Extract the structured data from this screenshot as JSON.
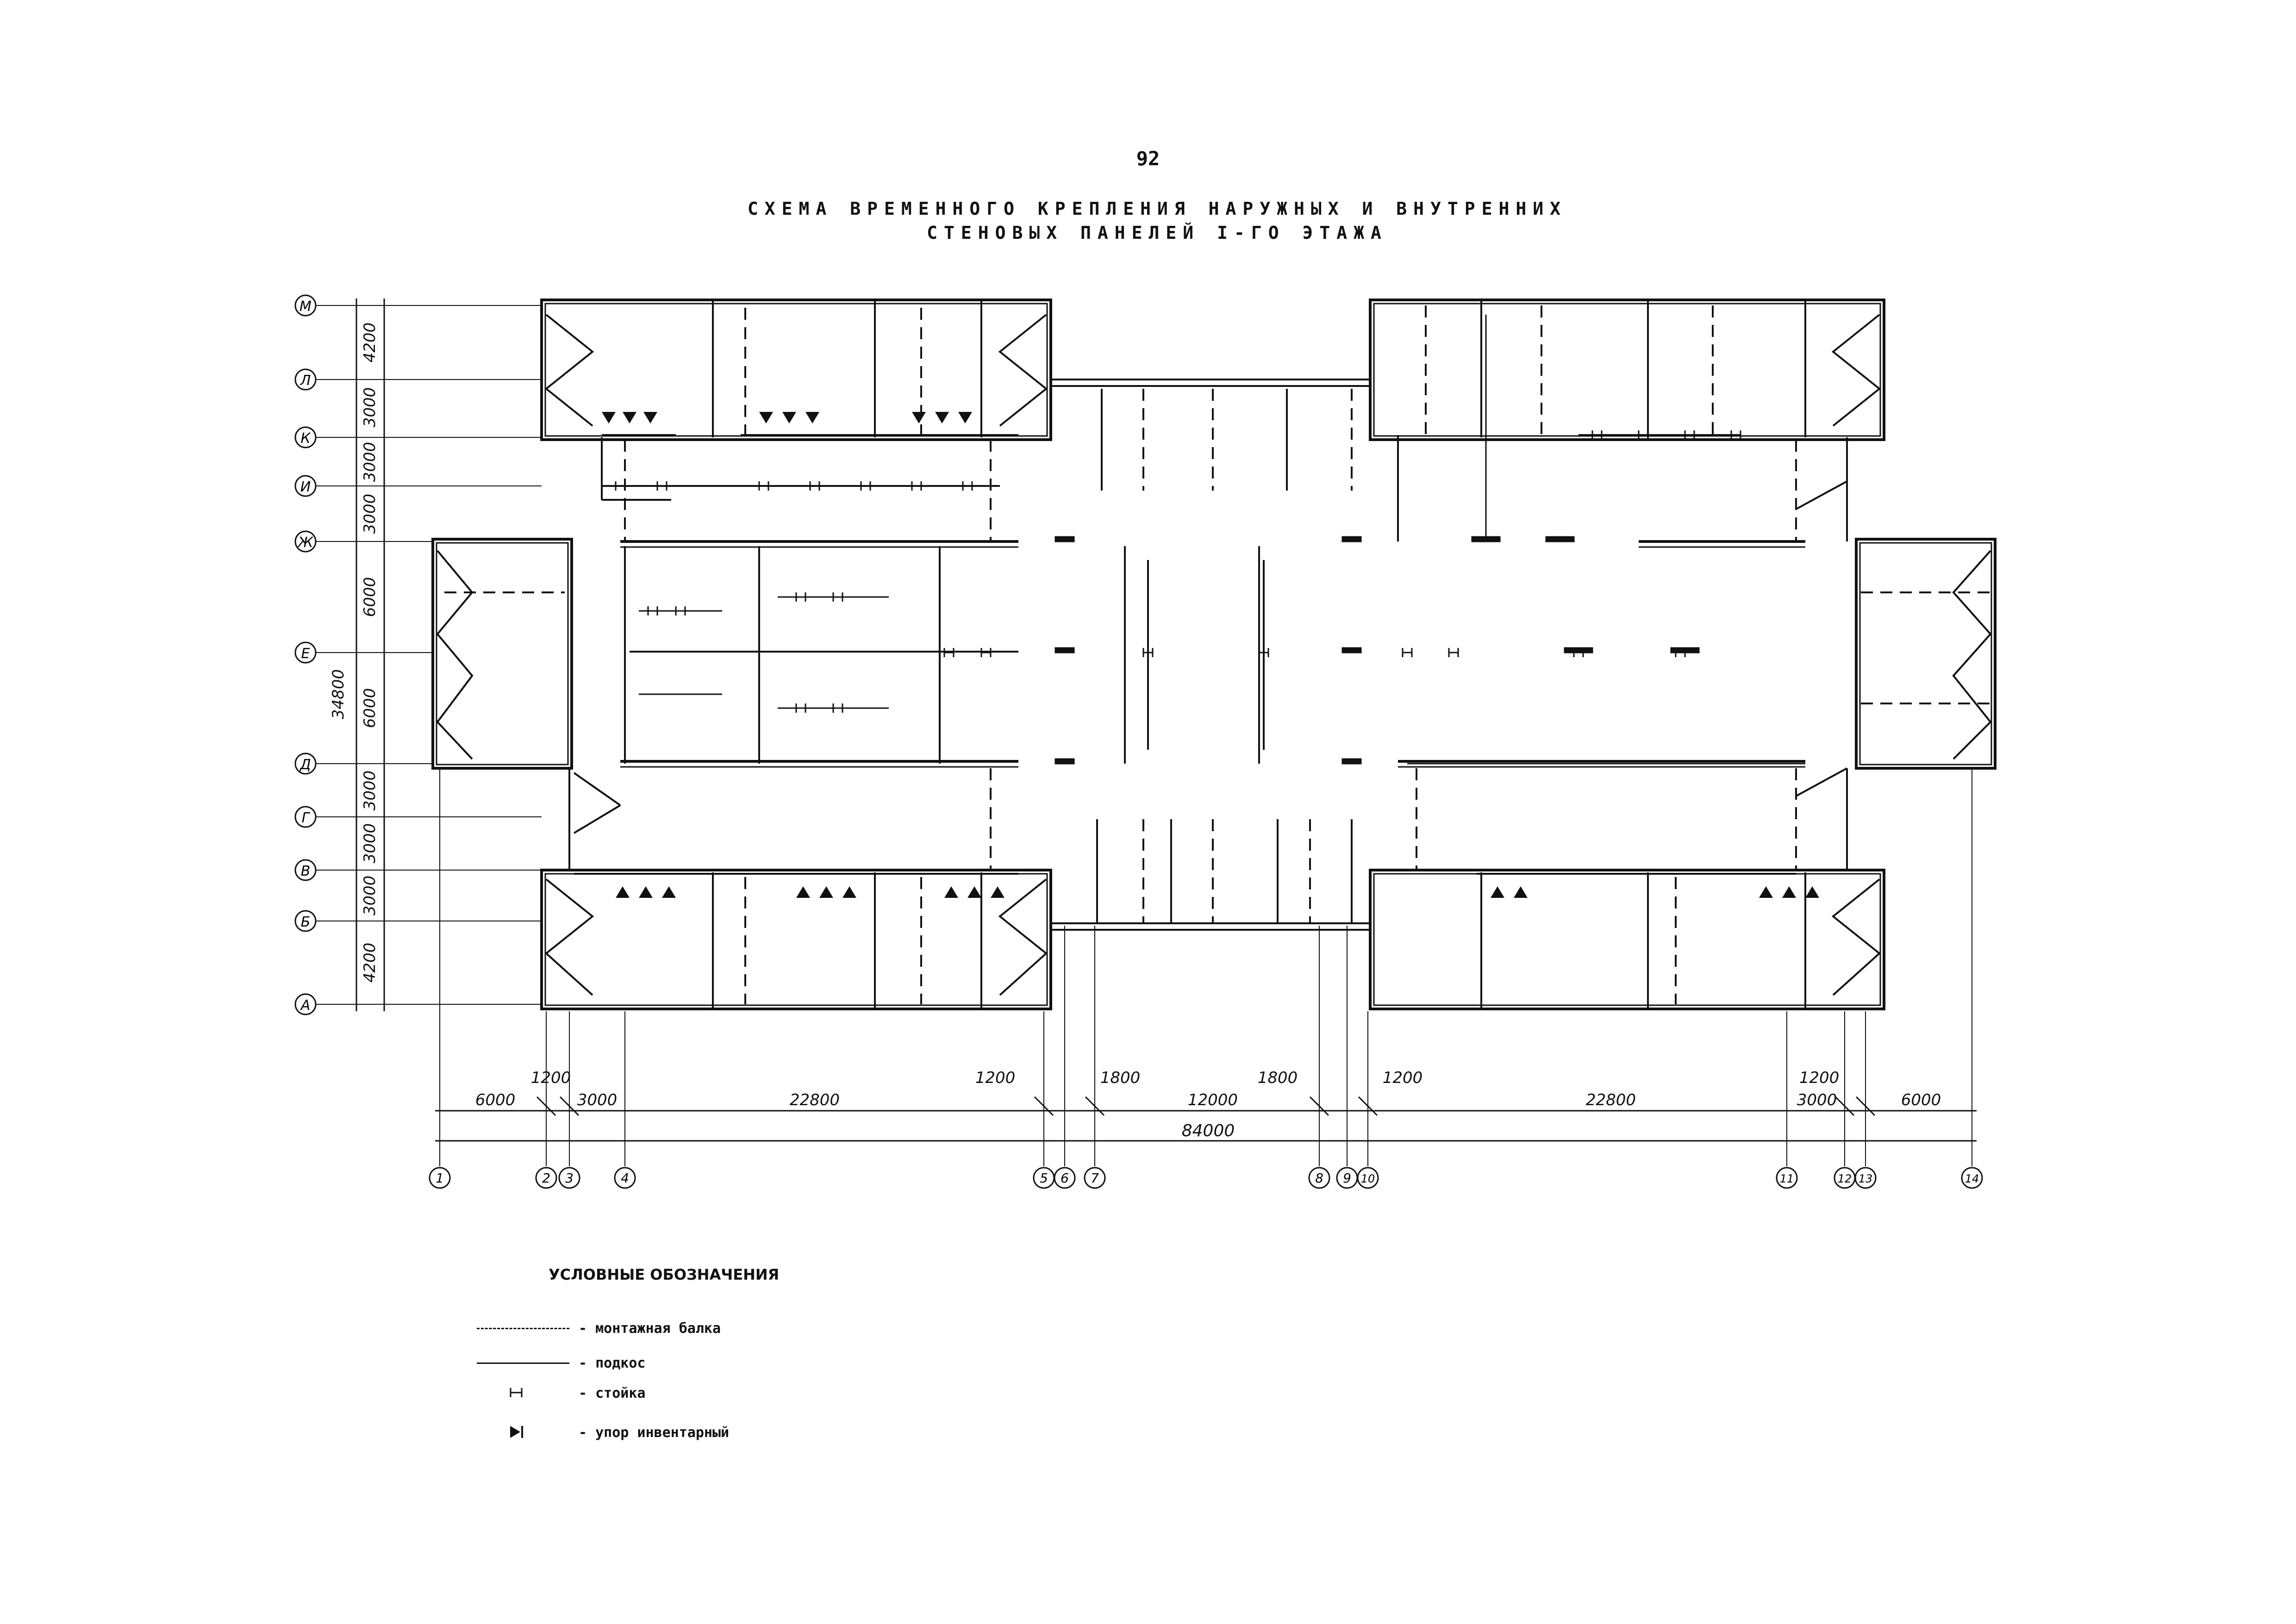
{
  "page_number": "92",
  "title_line1": "СХЕМА ВРЕМЕННОГО КРЕПЛЕНИЯ НАРУЖНЫХ И ВНУТРЕННИХ",
  "title_line2": "СТЕНОВЫХ ПАНЕЛЕЙ I-ГО ЭТАЖА",
  "axes_rows": [
    "М",
    "Л",
    "К",
    "И",
    "Ж",
    "Е",
    "Д",
    "Г",
    "В",
    "Б",
    "А"
  ],
  "axes_columns": [
    "1",
    "2",
    "3",
    "4",
    "5",
    "6",
    "7",
    "8",
    "9",
    "10",
    "11",
    "12",
    "13",
    "14"
  ],
  "row_dimensions": [
    "4200",
    "3000",
    "3000",
    "3000",
    "6000",
    "6000",
    "3000",
    "3000",
    "3000",
    "4200"
  ],
  "row_total": "34800",
  "column_dimensions_lower": [
    "6000",
    "3000",
    "22800",
    "12000",
    "22800",
    "3000",
    "6000"
  ],
  "column_dimensions_upper": [
    "1200",
    "1200",
    "1800",
    "1800",
    "1200",
    "1200"
  ],
  "column_total": "84000",
  "legend": {
    "title": "УСЛОВНЫЕ ОБОЗНАЧЕНИЯ",
    "items": [
      {
        "symbol": "dashed-line",
        "label": "- монтажная балка"
      },
      {
        "symbol": "solid-line",
        "label": "- подкос"
      },
      {
        "symbol": "post",
        "label": "- стойка"
      },
      {
        "symbol": "stop",
        "label": "- упор инвентарный"
      }
    ]
  }
}
